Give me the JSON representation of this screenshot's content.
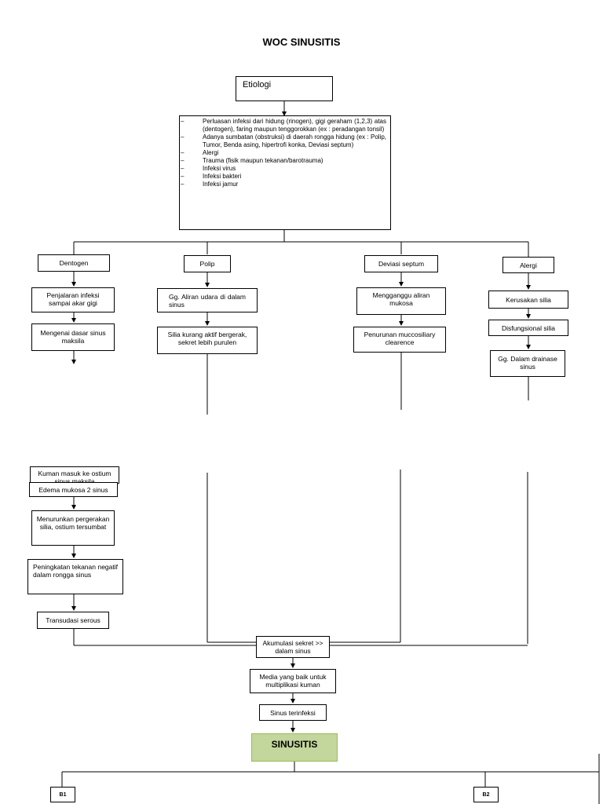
{
  "title": "WOC SINUSITIS",
  "etiologi": {
    "label": "Etiologi"
  },
  "causes": [
    "Perluasan infeksi dari hidung (rinogen), gigi geraham (1,2,3) atas (dentogen), faring maupun tenggorokkan (ex : peradangan tonsil)",
    "Adanya sumbatan (obstruksi) di daerah rongga hidung (ex : Polip, Tumor, Benda asing, hipertrofi konka, Deviasi septum)",
    "Alergi",
    "Trauma (fisik maupun tekanan/barotrauma)",
    "Infeksi virus",
    "Infeksi bakteri",
    "Infeksi jamur"
  ],
  "dash": "–",
  "branches": {
    "dentogen": {
      "label": "Dentogen",
      "steps": [
        "Penjalaran infeksi sampai akar gigi",
        "Mengenai dasar sinus maksila"
      ]
    },
    "polip": {
      "label": "Polip",
      "steps": [
        "Gg. Aliran udara di dalam sinus",
        "Silia kurang aktif bergerak, sekret lebih purulen"
      ]
    },
    "deviasi": {
      "label": "Deviasi septum",
      "steps": [
        "Mengganggu aliran mukosa",
        "Penurunan muccosiliary clearence"
      ]
    },
    "alergi": {
      "label": "Alergi",
      "steps": [
        "Kerusakan silia",
        "Disfungsional silia",
        "Gg. Dalam drainase sinus"
      ]
    }
  },
  "lower": {
    "kuman": "Kuman masuk ke ostium sinus maksila",
    "edema": "Edema mukosa 2 sinus",
    "menurunkan": "Menurunkan pergerakan silia, ostium tersumbat",
    "peningkatan": "Peningkatan tekanan negatif dalam rongga sinus",
    "transudasi": "Transudasi serous"
  },
  "akumulasi": "Akumulasi sekret >> dalam sinus",
  "media": "Media yang baik untuk multiplikasi kuman",
  "terinfeksi": "Sinus terinfeksi",
  "sinusitis": "SINUSITIS",
  "b1": "B1",
  "b2": "B2",
  "colors": {
    "sinusitis_fill": "#c3d69b",
    "line": "#000000"
  }
}
